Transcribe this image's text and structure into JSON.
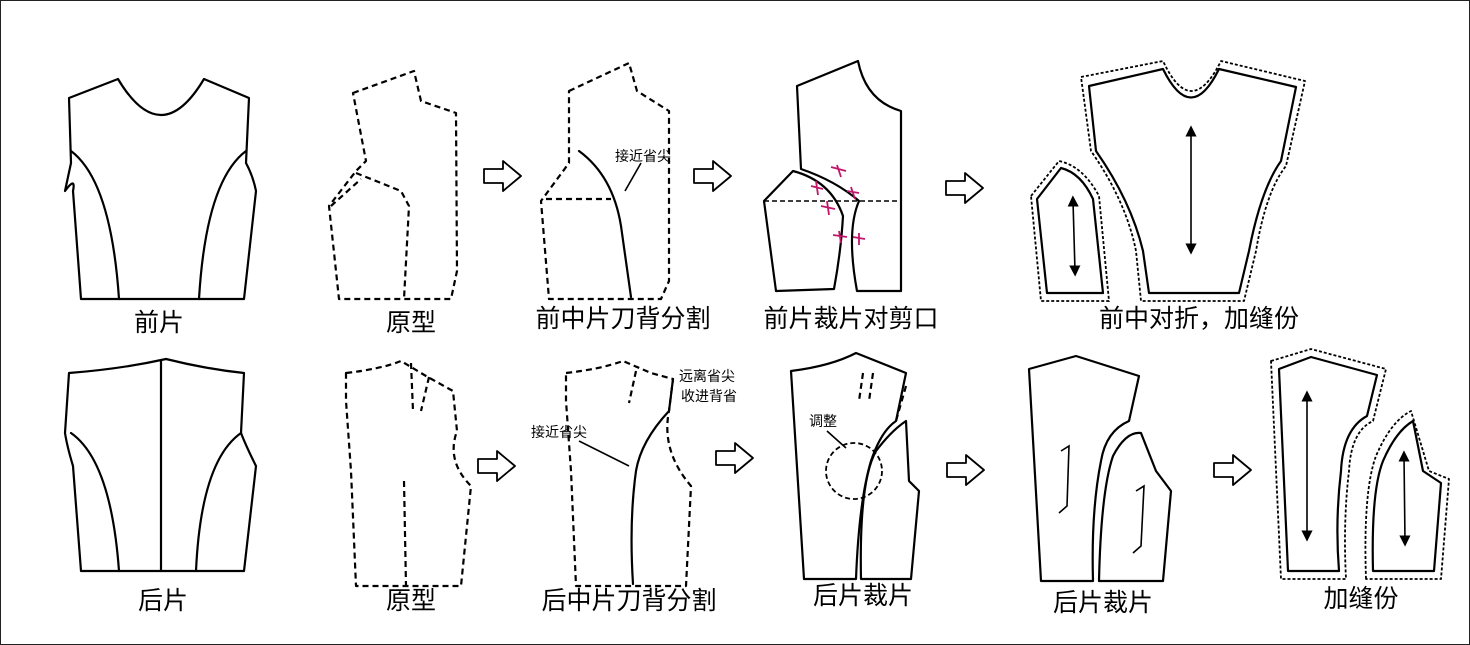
{
  "captions": {
    "front_piece": "前片",
    "prototype_top": "原型",
    "front_split": "前中片刀背分割",
    "front_cut_notch": "前片裁片对剪口",
    "front_fold_seam": "前中对折，加缝份",
    "back_piece": "后片",
    "prototype_bottom": "原型",
    "back_split": "后中片刀背分割",
    "back_cut": "后片裁片",
    "back_cut_pieces": "后片裁片",
    "add_seam": "加缝份"
  },
  "notes": {
    "near_dart_tip_top": "接近省尖",
    "far_dart_tip": "远离省尖",
    "take_in_back_dart": "收进背省",
    "near_dart_tip_bottom": "接近省尖",
    "adjust": "调整"
  },
  "colors": {
    "line": "#000000",
    "notch": "#c0176b",
    "background": "#ffffff"
  }
}
